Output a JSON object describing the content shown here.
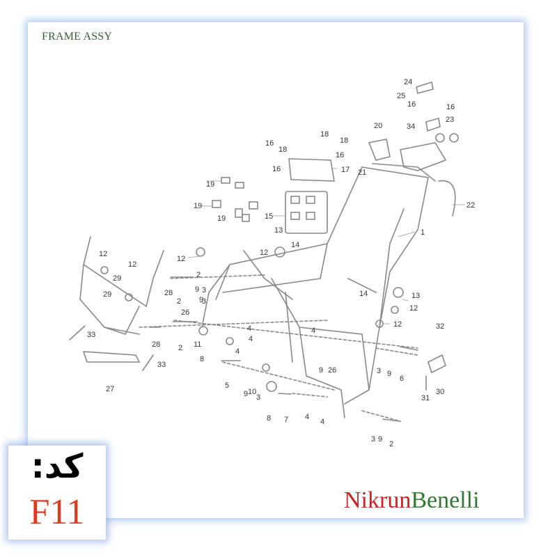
{
  "title": "FRAME ASSY",
  "code": {
    "label": "کد:",
    "value": "F11"
  },
  "brand": {
    "part1": "Nikrun",
    "part2": "Benelli"
  },
  "callouts": {
    "n1": "1",
    "n2": "2",
    "n2b": "2",
    "n2c": "2",
    "n2d": "2",
    "n3": "3",
    "n3b": "3",
    "n3c": "3",
    "n3d": "3",
    "n3e": "3",
    "n4": "4",
    "n4b": "4",
    "n4c": "4",
    "n4d": "4",
    "n4e": "4",
    "n4f": "4",
    "n5": "5",
    "n6": "6",
    "n7": "7",
    "n8": "8",
    "n8b": "8",
    "n9": "9",
    "n9b": "9",
    "n9c": "9",
    "n9d": "9",
    "n9e": "9",
    "n9f": "9",
    "n10": "10",
    "n11": "11",
    "n12": "12",
    "n12b": "12",
    "n12c": "12",
    "n12d": "12",
    "n12e": "12",
    "n12f": "12",
    "n13": "13",
    "n13b": "13",
    "n14": "14",
    "n14b": "14",
    "n15": "15",
    "n16": "16",
    "n16b": "16",
    "n16c": "16",
    "n16d": "16",
    "n16e": "16",
    "n17": "17",
    "n18": "18",
    "n18b": "18",
    "n18c": "18",
    "n19": "19",
    "n19b": "19",
    "n19c": "19",
    "n20": "20",
    "n21": "21",
    "n22": "22",
    "n23": "23",
    "n24": "24",
    "n25": "25",
    "n26": "26",
    "n26b": "26",
    "n27": "27",
    "n28": "28",
    "n28b": "28",
    "n29": "29",
    "n29b": "29",
    "n30": "30",
    "n31": "31",
    "n32": "32",
    "n33": "33",
    "n33b": "33",
    "n34": "34"
  }
}
